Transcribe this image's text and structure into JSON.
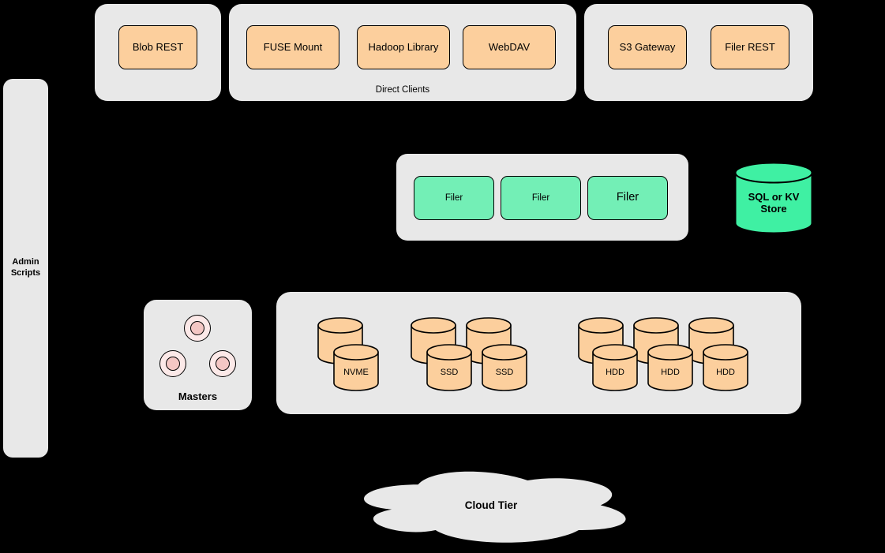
{
  "diagram": {
    "api_group": {
      "buttons": [
        {
          "label": "Blob REST"
        }
      ]
    },
    "direct_clients_group": {
      "caption": "Direct Clients",
      "buttons": [
        {
          "label": "FUSE Mount"
        },
        {
          "label": "Hadoop Library"
        },
        {
          "label": "WebDAV"
        }
      ]
    },
    "gateway_group": {
      "buttons": [
        {
          "label": "S3 Gateway"
        },
        {
          "label": "Filer REST"
        }
      ]
    },
    "admin_scripts": {
      "label": "Admin Scripts"
    },
    "filer_group": {
      "filers": [
        {
          "label": "Filer"
        },
        {
          "label": "Filer"
        },
        {
          "label": "Filer"
        }
      ]
    },
    "metadata_store": {
      "label": "SQL or KV Store"
    },
    "masters_group": {
      "label": "Masters"
    },
    "volume_group": {
      "nvme": {
        "labels": [
          "NVME"
        ]
      },
      "ssd": {
        "labels": [
          "SSD",
          "SSD"
        ]
      },
      "hdd": {
        "labels": [
          "HDD",
          "HDD",
          "HDD"
        ]
      }
    },
    "cloud_tier": {
      "label": "Cloud Tier"
    }
  },
  "colors": {
    "background": "#000000",
    "panel_gray": "#E8E8E8",
    "node_orange": "#FCCF9D",
    "node_green": "#73EFB6",
    "cylinder_green": "#3FF0A3",
    "node_pink": "#F8CECC",
    "stroke": "#000000"
  }
}
